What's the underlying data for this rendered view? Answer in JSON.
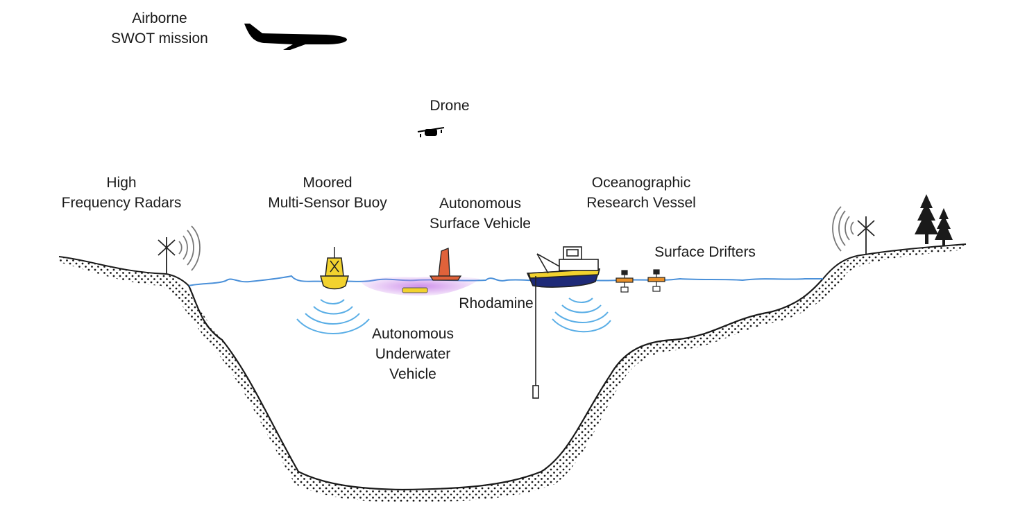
{
  "labels": {
    "airborne_line1": "Airborne",
    "airborne_line2": "SWOT mission",
    "drone": "Drone",
    "radars_line1": "High",
    "radars_line2": "Frequency Radars",
    "buoy_line1": "Moored",
    "buoy_line2": "Multi-Sensor Buoy",
    "asv_line1": "Autonomous",
    "asv_line2": "Surface Vehicle",
    "vessel_line1": "Oceanographic",
    "vessel_line2": "Research Vessel",
    "drifters": "Surface Drifters",
    "rhodamine": "Rhodamine",
    "auv_line1": "Autonomous",
    "auv_line2": "Underwater",
    "auv_line3": "Vehicle"
  },
  "colors": {
    "water_line": "#4a90d9",
    "sonar": "#5aaee6",
    "seabed_stroke": "#1a1a1a",
    "buoy": "#f2d22e",
    "rhodamine": "#c77ee8",
    "asv_sail": "#e0623a",
    "auv": "#f2d22e",
    "vessel_hull": "#1e2a78",
    "vessel_stripe": "#f2d22e",
    "drifter": "#e8902a",
    "airplane": "#000000",
    "trees": "#1a1a1a"
  },
  "icons": [
    "airplane-icon",
    "drone-icon",
    "radar-antenna-icon",
    "buoy-icon",
    "surface-vehicle-icon",
    "underwater-vehicle-icon",
    "research-vessel-icon",
    "surface-drifter-icon",
    "tree-icon"
  ]
}
